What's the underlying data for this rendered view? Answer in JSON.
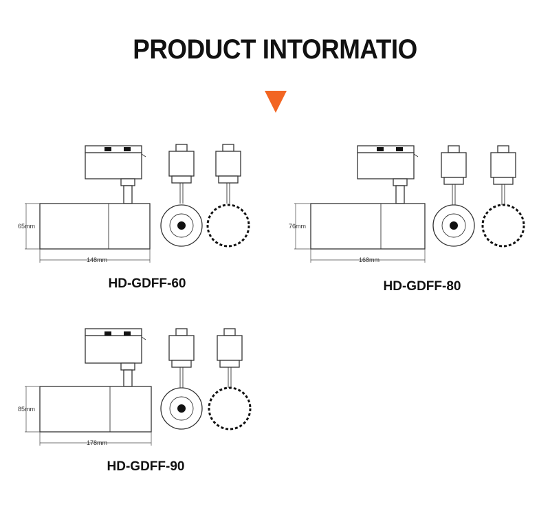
{
  "header": {
    "title": "PRODUCT INTORMATIO",
    "arrow_color": "#f26522"
  },
  "products": [
    {
      "model": "HD-GDFF-60",
      "height_label": "65mm",
      "length_label": "148mm"
    },
    {
      "model": "HD-GDFF-80",
      "height_label": "76mm",
      "length_label": "168mm"
    },
    {
      "model": "HD-GDFF-90",
      "height_label": "85mm",
      "length_label": "178mm"
    }
  ]
}
